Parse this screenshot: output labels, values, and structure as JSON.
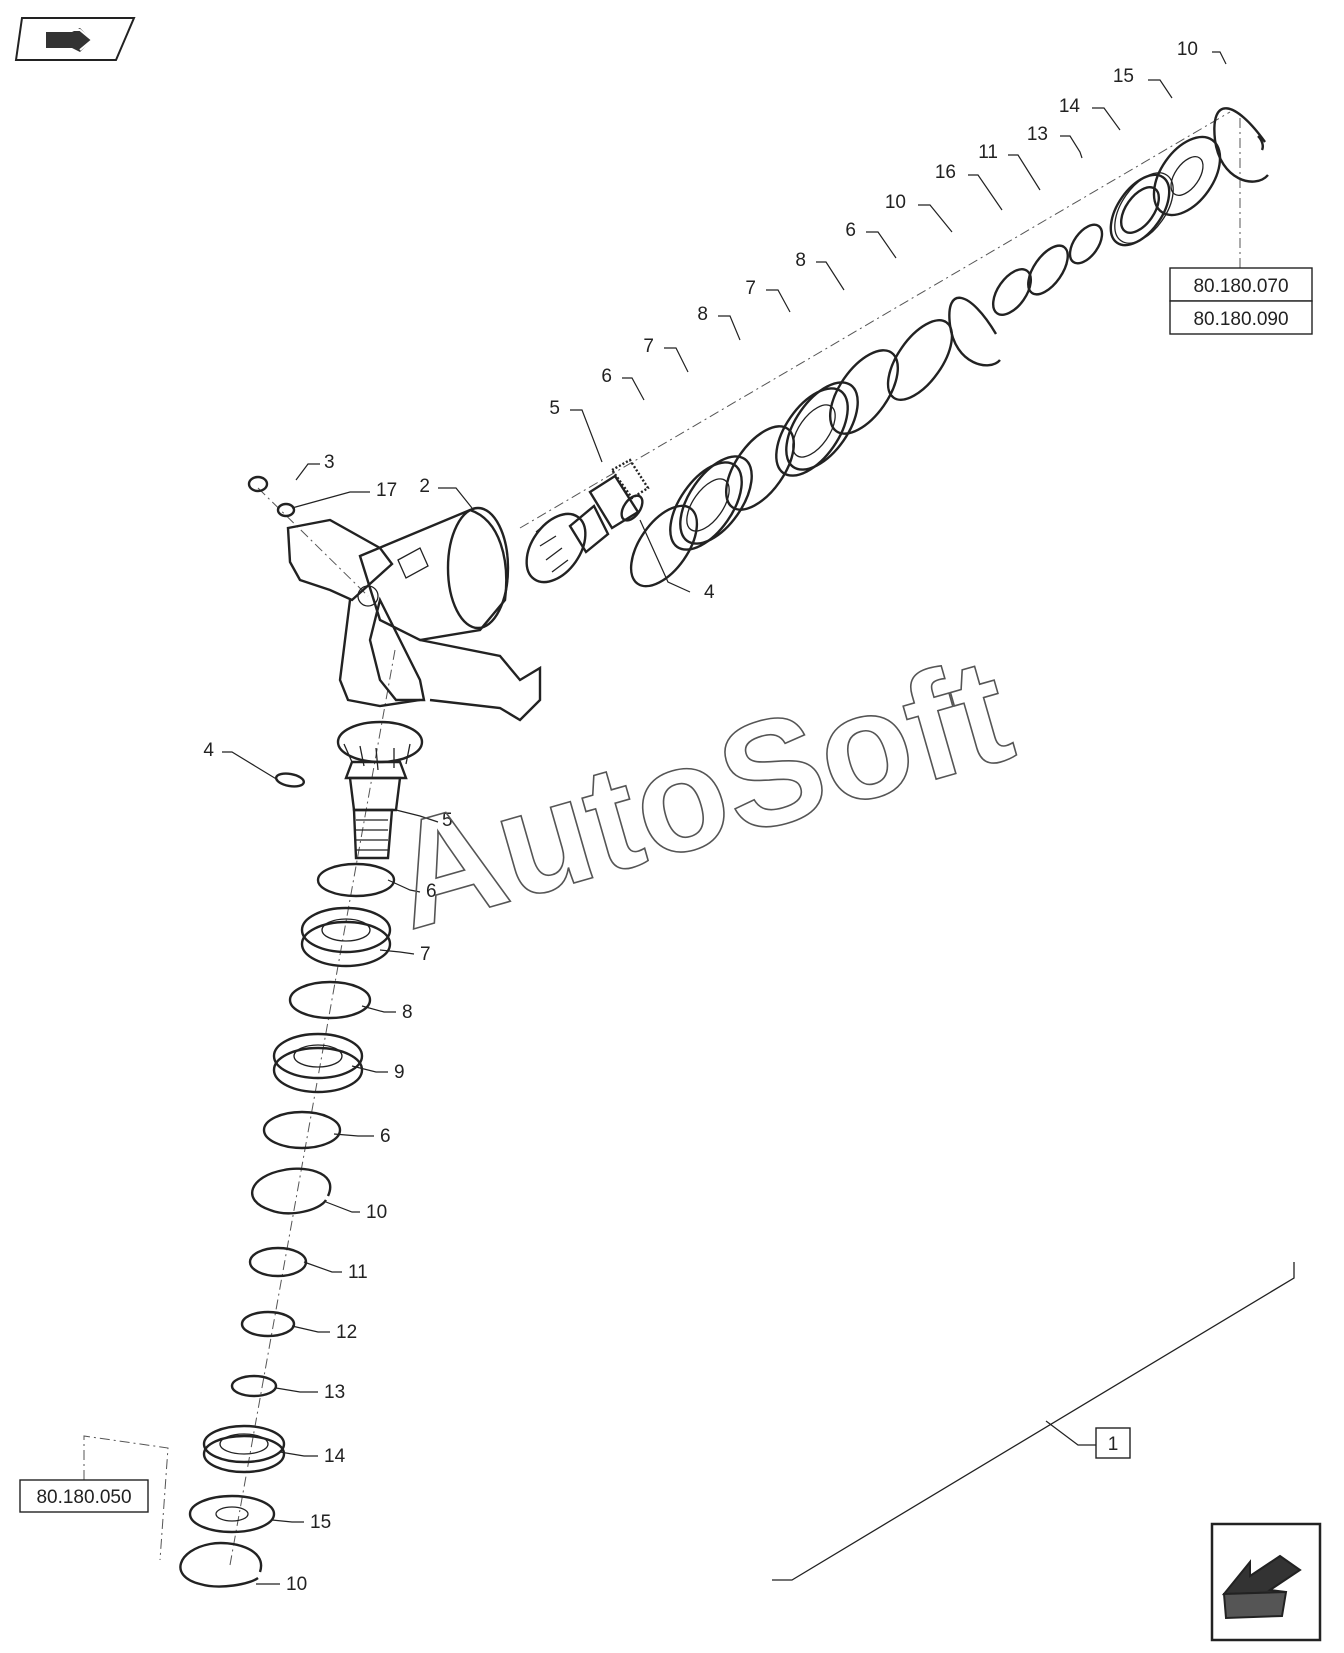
{
  "icons": {
    "prev_nav": "book-arrow-left-icon",
    "next_nav": "arrow-left-down-icon"
  },
  "references": {
    "ref_upper_1": "80.180.070",
    "ref_upper_2": "80.180.090",
    "ref_lower": "80.180.050",
    "assembly": "1"
  },
  "watermark": "AutoSoft",
  "callouts": {
    "upper": [
      "10",
      "15",
      "14",
      "13",
      "11",
      "16",
      "10",
      "6",
      "8",
      "7",
      "8",
      "7",
      "6",
      "5",
      "4"
    ],
    "housing": [
      "3",
      "17",
      "2"
    ],
    "lower": [
      "4",
      "5",
      "6",
      "7",
      "8",
      "9",
      "6",
      "10",
      "11",
      "12",
      "13",
      "14",
      "15",
      "10"
    ]
  }
}
